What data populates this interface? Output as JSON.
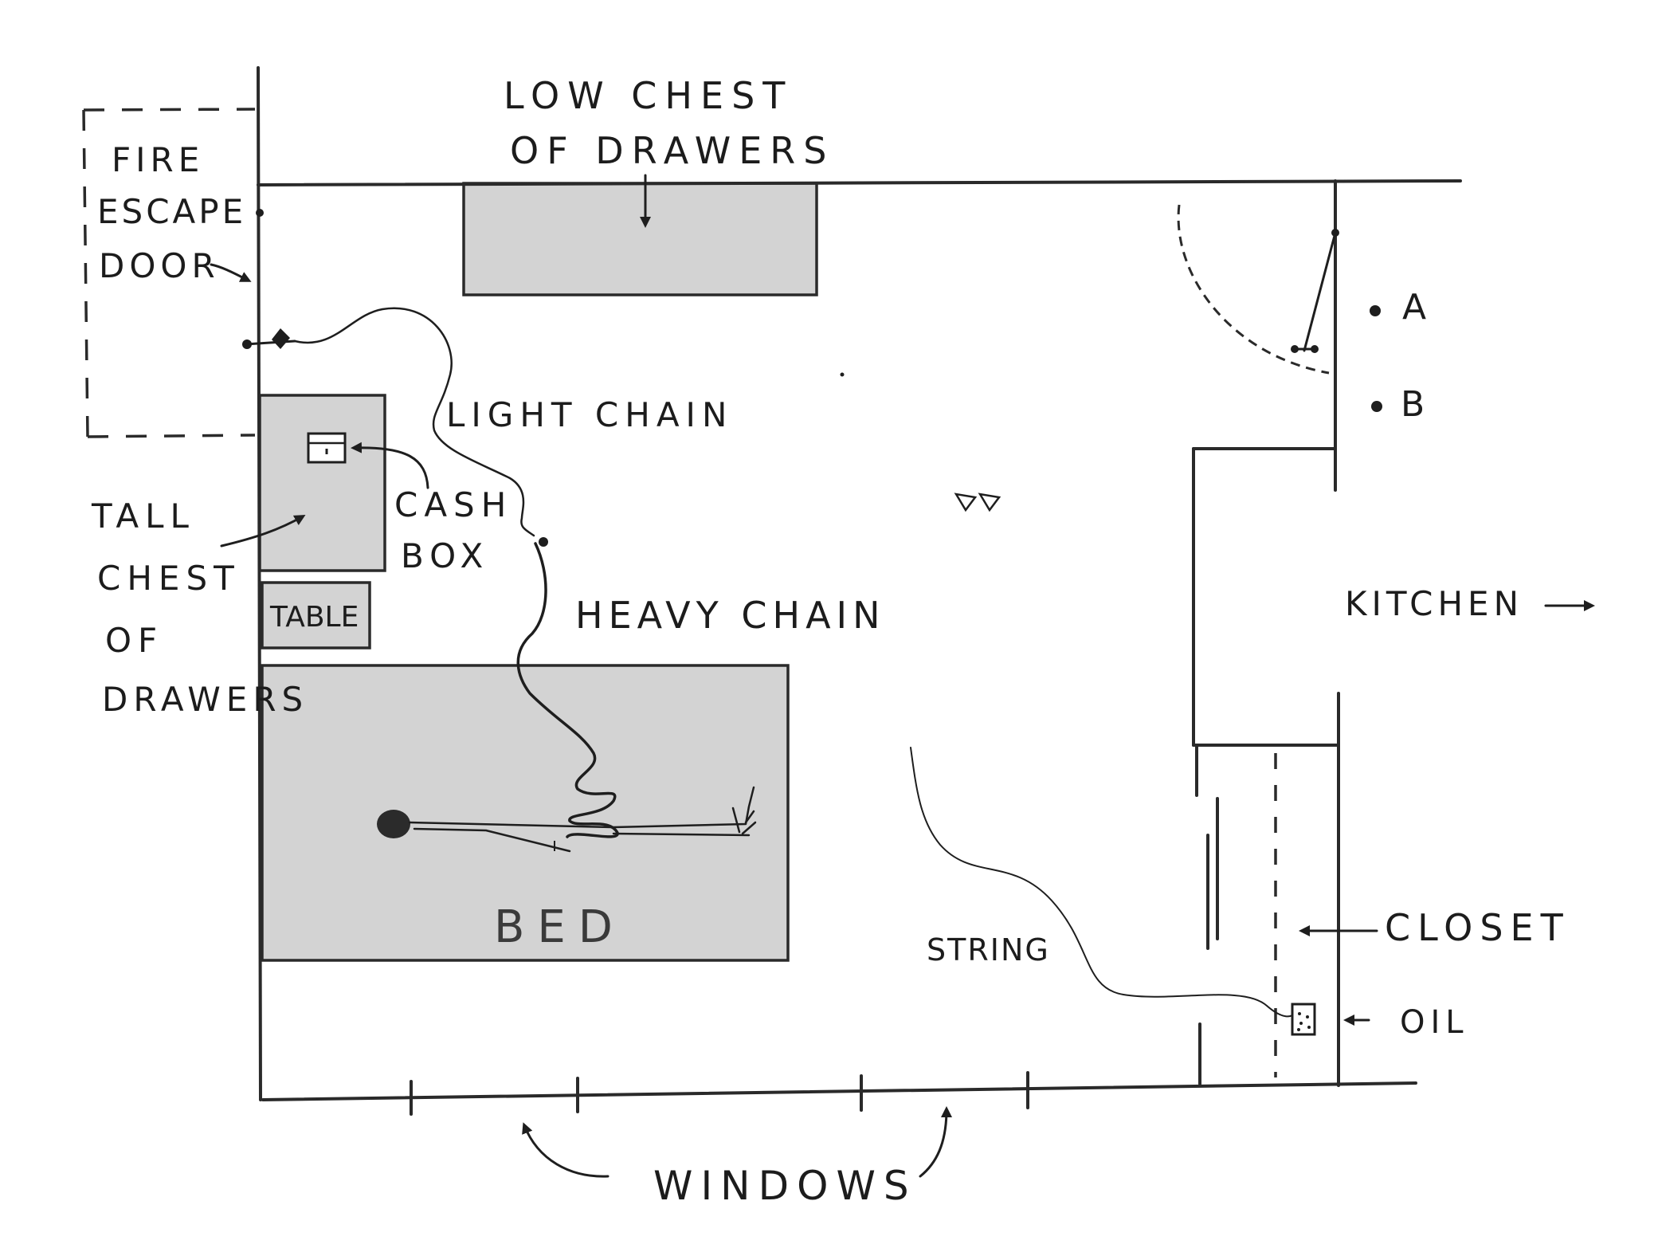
{
  "labels": {
    "low_chest_line1": "LOW CHEST",
    "low_chest_line2": "OF DRAWERS",
    "fire_escape_line1": "FIRE",
    "fire_escape_line2": "ESCAPE",
    "fire_escape_line3": "DOOR",
    "light_chain": "LIGHT CHAIN",
    "cash_box_line1": "CASH",
    "cash_box_line2": "BOX",
    "tall_chest_line1": "TALL",
    "tall_chest_line2": "CHEST",
    "tall_chest_line3": "OF",
    "tall_chest_line4": "DRAWERS",
    "table": "TABLE",
    "heavy_chain": "HEAVY CHAIN",
    "bed": "BED",
    "string": "STRING",
    "kitchen": "KITCHEN",
    "closet": "CLOSET",
    "oil": "OIL",
    "windows": "WINDOWS",
    "point_a": "A",
    "point_b": "B"
  },
  "colors": {
    "furniture_fill": "#d3d3d3",
    "ink": "#1e1e1e",
    "background": "#ffffff"
  }
}
